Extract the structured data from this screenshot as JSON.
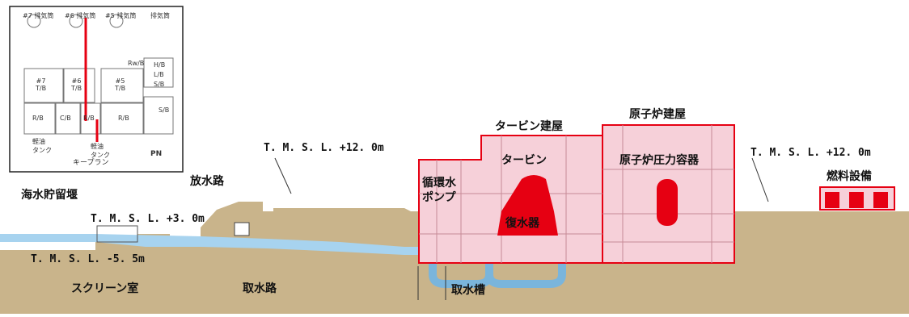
{
  "labels": {
    "seawater_dam": "海水貯留堰",
    "outfall": "放水路",
    "tms_plus12_left": "T. M. S. L. +12. 0m",
    "tms_plus3": "T. M. S. L. +3. 0m",
    "tms_minus5": "T. M. S. L. -5. 5m",
    "screen_room": "スクリーン室",
    "intake_channel": "取水路",
    "intake_tank": "取水槽",
    "circ_pump": "循環水\nポンプ",
    "turbine_building": "タービン建屋",
    "turbine": "タービン",
    "condenser": "復水器",
    "reactor_building": "原子炉建屋",
    "rpv": "原子炉圧力容器",
    "tms_plus12_right": "T. M. S. L. +12. 0m",
    "fuel_facility": "燃料設備"
  },
  "keyplan": {
    "caption": "キープラン",
    "units": [
      "#7 排気筒",
      "#6 排気筒",
      "#5 排気筒",
      "排気筒"
    ],
    "blocks": [
      "#7\nT/B",
      "#6\nT/B",
      "#5\nT/B",
      "R/B",
      "C/B",
      "R/B",
      "S/B",
      "R/B",
      "H/B",
      "L/B",
      "S/B",
      "Rw/B"
    ],
    "tanks": [
      "軽油\nタンク",
      "軽油\nタンク"
    ],
    "north_arrow": "PN"
  },
  "colors": {
    "ground": "#c9b48b",
    "water": "#a7d3ef",
    "building_fill": "#f6d0d9",
    "building_edge": "#e60012",
    "accent_red": "#e60012"
  }
}
